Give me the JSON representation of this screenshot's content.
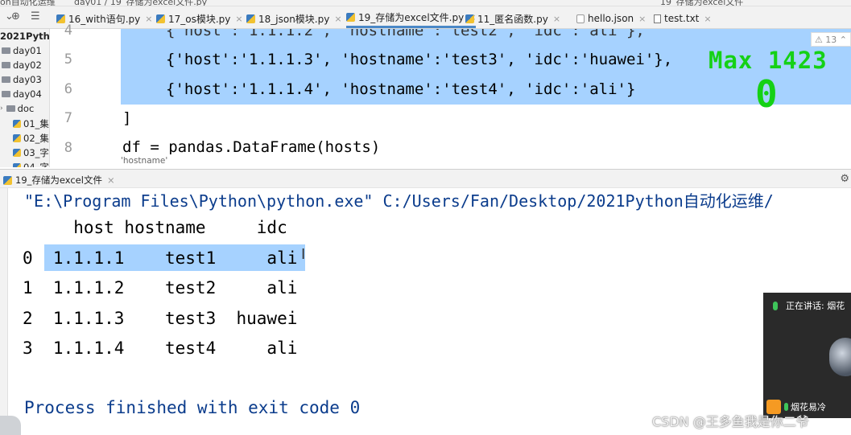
{
  "top_strip": {
    "left": "on自动化运维",
    "path": "day01 / 19_存储为excel文件.py",
    "right_tab": "19_存储为excel文件"
  },
  "tabs": [
    {
      "label": "16_with语句.py",
      "type": "py"
    },
    {
      "label": "17_os模块.py",
      "type": "py"
    },
    {
      "label": "18_json模块.py",
      "type": "py"
    },
    {
      "label": "19_存储为excel文件.py",
      "type": "py",
      "active": true
    },
    {
      "label": "11_匿名函数.py",
      "type": "py"
    },
    {
      "label": "hello.json",
      "type": "json"
    },
    {
      "label": "test.txt",
      "type": "txt"
    }
  ],
  "sidebar": {
    "project": "2021Pytho",
    "items": [
      "day01",
      "day02",
      "day03",
      "day04",
      "doc",
      "01_集",
      "02_集",
      "03_字",
      "04_字"
    ]
  },
  "editor": {
    "line_numbers": [
      "4",
      "5",
      "6",
      "7",
      "8"
    ],
    "lines": [
      "{'host':'1.1.1.2', 'hostname':'test2', 'idc':'ali'},",
      "{'host':'1.1.1.3', 'hostname':'test3', 'idc':'huawei'},",
      "{'host':'1.1.1.4', 'hostname':'test4', 'idc':'ali'}",
      "]",
      "df = pandas.DataFrame(hosts)"
    ],
    "overlay_max": "Max 1423",
    "overlay_zero": "0",
    "badge": "⚠ 13 ⌃",
    "hint": "'hostname'"
  },
  "run": {
    "tab_label": "19_存储为excel文件",
    "command": "\"E:\\Program Files\\Python\\python.exe\" C:/Users/Fan/Desktop/2021Python自动化运维/",
    "table_header": "     host hostname     idc",
    "rows": [
      "0  1.1.1.1    test1     ali",
      "1  1.1.1.2    test2     ali",
      "2  1.1.1.3    test3  huawei",
      "3  1.1.1.4    test4     ali"
    ],
    "exit": "Process finished with exit code 0"
  },
  "video": {
    "speaking": "正在讲话: 烟花",
    "name": "烟花易冷"
  },
  "watermark": "CSDN @王多鱼我是你二爷",
  "colors": {
    "selection": "#a6d2ff",
    "string": "#067d17",
    "overlay": "#15d115",
    "console_text": "#0b3c8c"
  }
}
